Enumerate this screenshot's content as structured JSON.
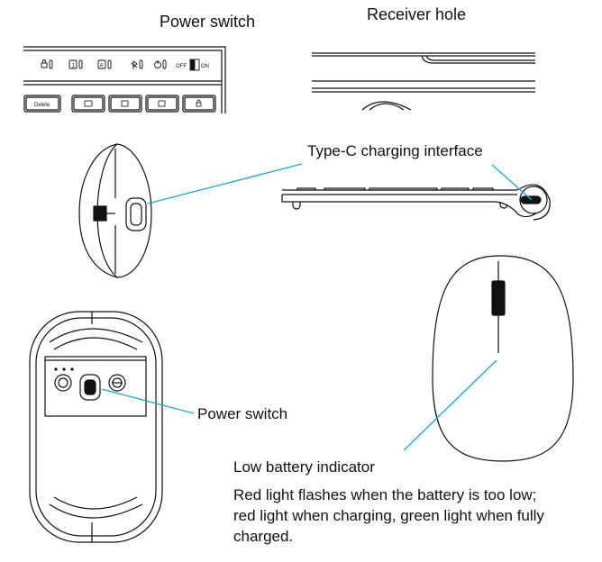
{
  "labels": {
    "power_switch_top": "Power switch",
    "receiver_hole": "Receiver hole",
    "type_c": "Type-C charging interface",
    "power_switch_mouse": "Power switch",
    "low_battery": "Low battery indicator"
  },
  "description": {
    "line1": "Red light flashes when the battery is too low;",
    "line2": "red light when charging, green light when fully",
    "line3": "charged."
  },
  "keyboard": {
    "delete_key": "Delete",
    "off_label": "OFF",
    "on_label": "ON"
  },
  "colors": {
    "callout": "#2aa6c9",
    "line": "#111111"
  }
}
